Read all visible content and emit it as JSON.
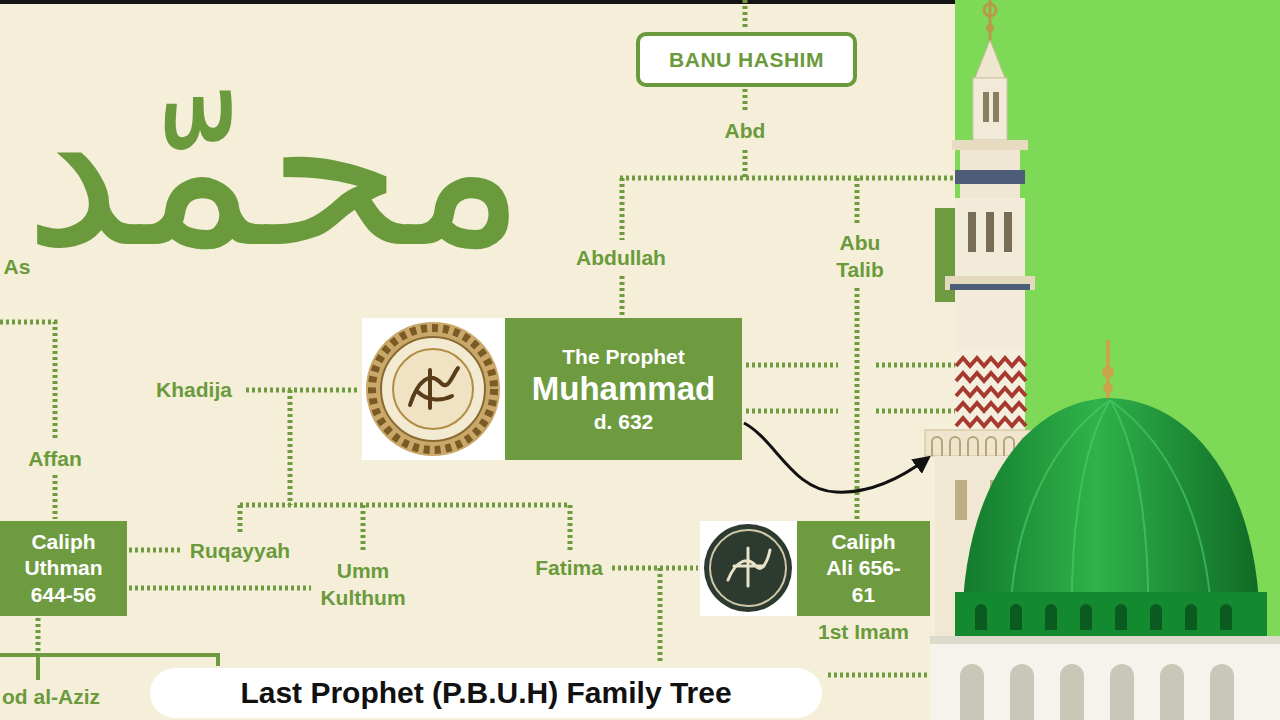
{
  "diagram": {
    "caption": "Last Prophet (P.B.U.H) Family Tree",
    "nodes": [
      {
        "text": [
          "BANU HASHIM"
        ]
      },
      {
        "text": [
          "The Prophet",
          "Muhammad",
          "d. 632"
        ]
      },
      {
        "text": [
          "Caliph Uthman 644-56"
        ]
      },
      {
        "text": [
          "Caliph Ali 656-61",
          "1st Imam"
        ]
      }
    ],
    "labels": [
      "محمّد",
      "Abd",
      "Abdullah",
      "Abu Talib",
      "As",
      "Khadija",
      "Affan",
      "Ruqayyah",
      "Umm Kulthum",
      "Fatima",
      "od al-Aziz"
    ]
  }
}
